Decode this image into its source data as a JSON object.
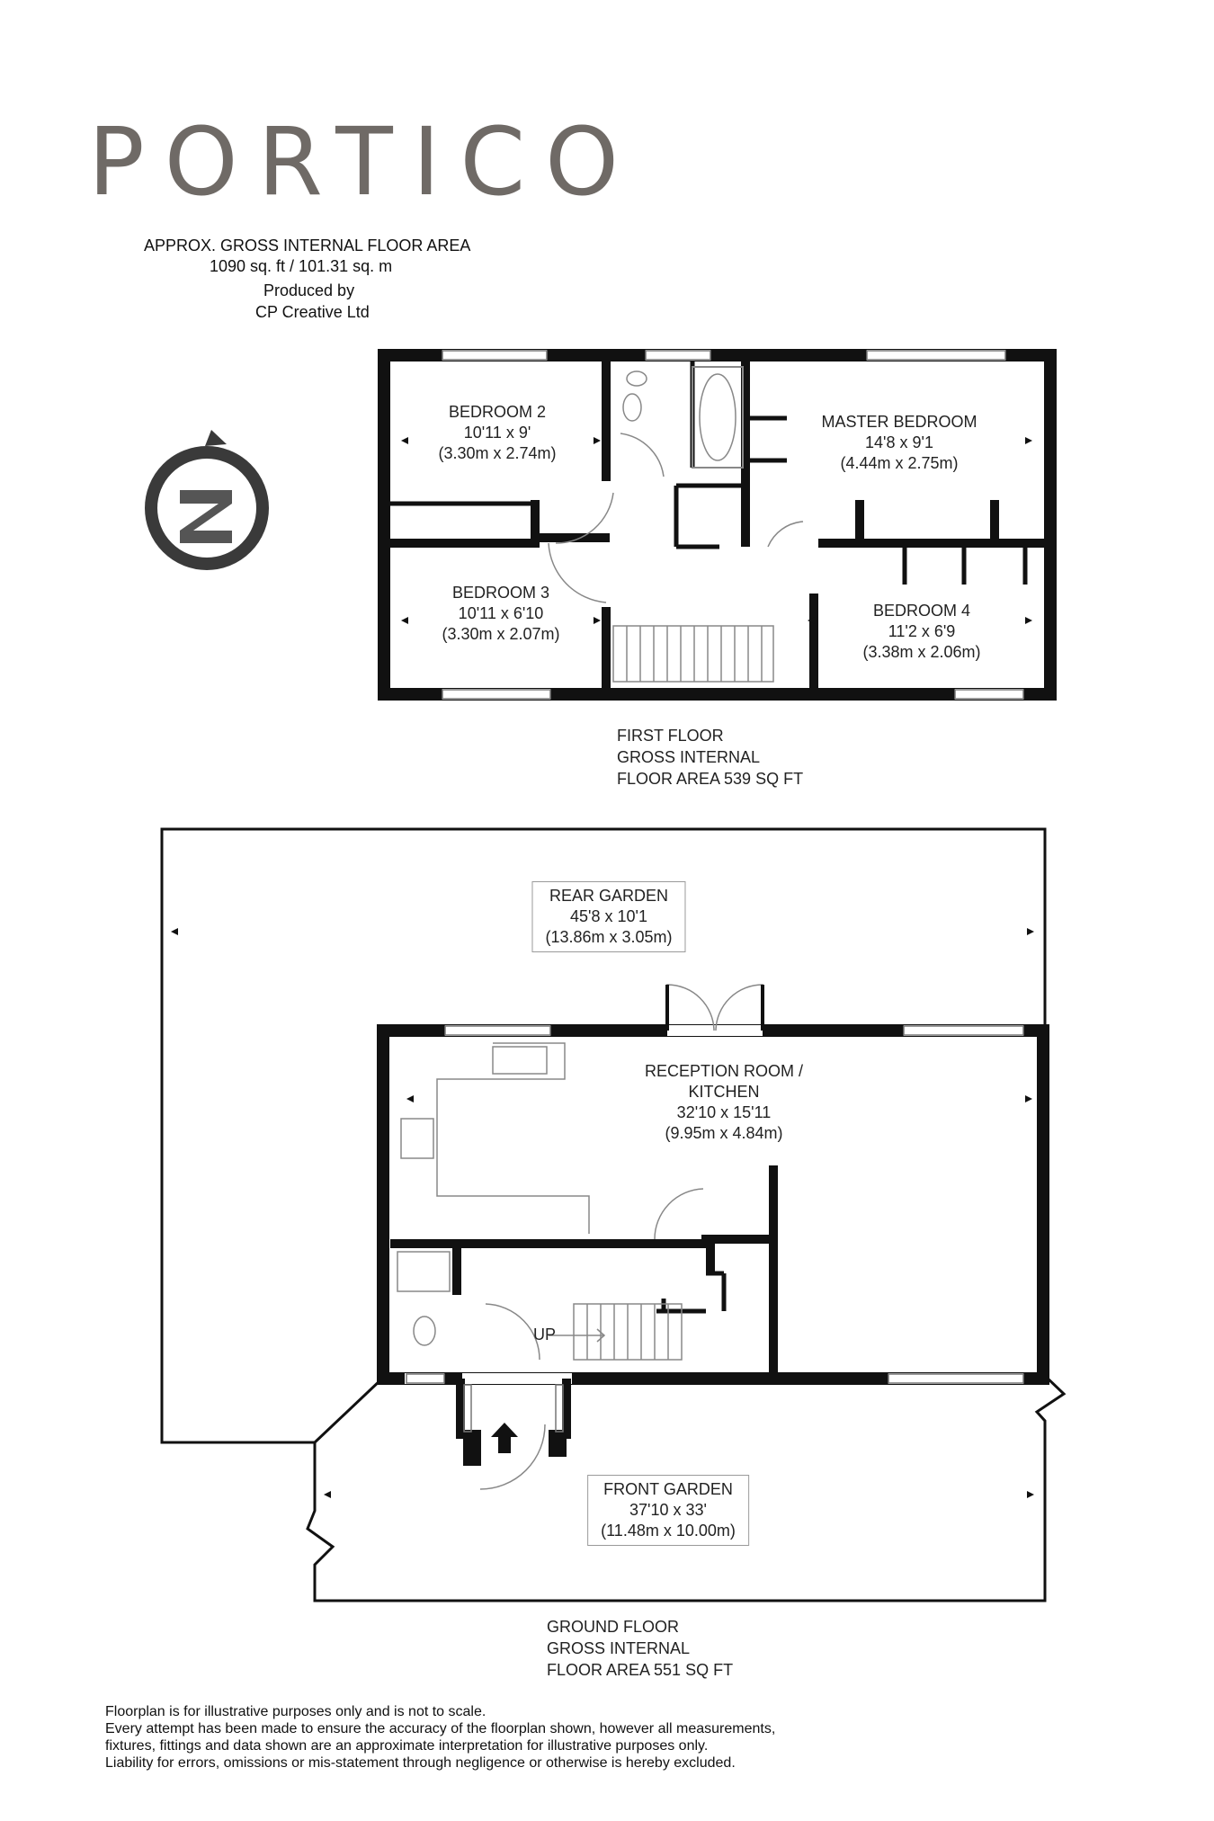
{
  "brand": {
    "logo_text": "PORTICO"
  },
  "header": {
    "area_title": "APPROX. GROSS INTERNAL FLOOR AREA",
    "area_value": "1090 sq. ft / 101.31 sq. m",
    "produced_by": "Produced by",
    "producer": "CP Creative Ltd"
  },
  "first_floor": {
    "rooms": [
      {
        "name": "BEDROOM 2",
        "size_imperial": "10'11 x 9'",
        "size_metric": "(3.30m x 2.74m)"
      },
      {
        "name": "MASTER BEDROOM",
        "size_imperial": "14'8 x 9'1",
        "size_metric": "(4.44m x 2.75m)"
      },
      {
        "name": "BEDROOM 3",
        "size_imperial": "10'11 x 6'10",
        "size_metric": "(3.30m x 2.07m)"
      },
      {
        "name": "BEDROOM 4",
        "size_imperial": "11'2 x 6'9",
        "size_metric": "(3.38m x 2.06m)"
      }
    ],
    "label": [
      "FIRST FLOOR",
      "GROSS INTERNAL",
      "FLOOR AREA 539 SQ FT"
    ]
  },
  "ground_floor": {
    "rear_garden": {
      "name": "REAR GARDEN",
      "size_imperial": "45'8 x 10'1",
      "size_metric": "(13.86m x 3.05m)"
    },
    "reception": {
      "name_line1": "RECEPTION ROOM /",
      "name_line2": "KITCHEN",
      "size_imperial": "32'10 x 15'11",
      "size_metric": "(9.95m x 4.84m)"
    },
    "front_garden": {
      "name": "FRONT GARDEN",
      "size_imperial": "37'10 x 33'",
      "size_metric": "(11.48m x 10.00m)"
    },
    "stairs_label": "UP",
    "label": [
      "GROUND FLOOR",
      "GROSS INTERNAL",
      "FLOOR AREA 551 SQ FT"
    ]
  },
  "disclaimer": [
    "Floorplan is for illustrative purposes only and is not to scale.",
    "Every attempt has been made to ensure the accuracy of the floorplan shown, however all measurements,",
    "fixtures, fittings and data shown are an approximate interpretation for illustrative purposes only.",
    "Liability for errors, omissions or mis-statement through negligence or otherwise is hereby excluded."
  ],
  "icons": {
    "compass": "north-compass-icon",
    "entrance": "entrance-arrow-icon"
  },
  "colors": {
    "wall": "#111111",
    "logo": "#6f6a66",
    "compass": "#3a3a3a"
  }
}
